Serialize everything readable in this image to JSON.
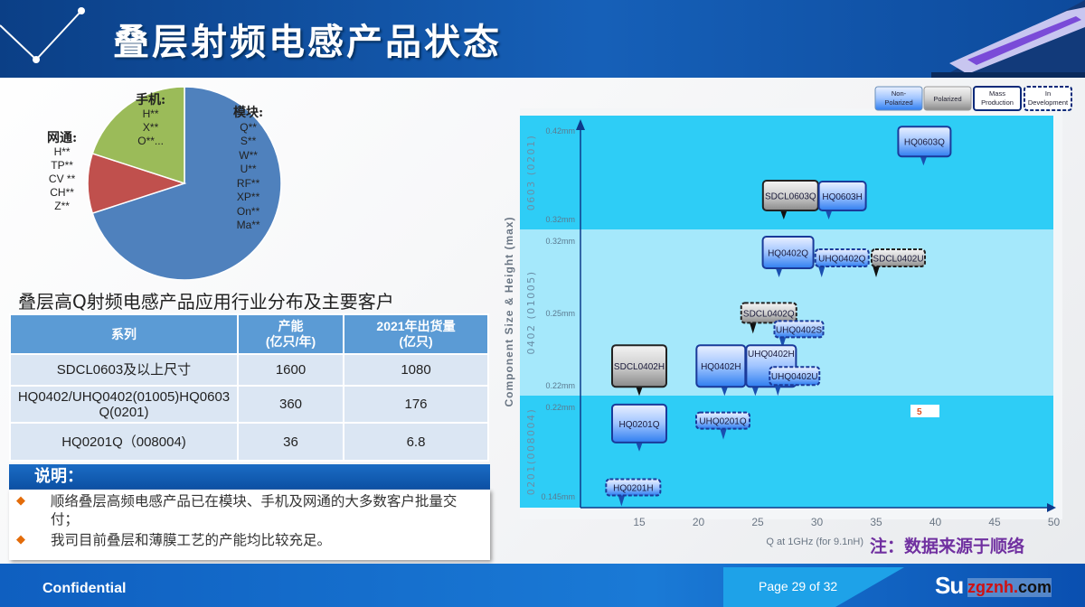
{
  "header": {
    "title": "叠层射频电感产品状态"
  },
  "pie": {
    "type": "pie",
    "slices": [
      {
        "name": "模块",
        "share": 70,
        "color": "#4f81bd",
        "label": "模块:",
        "customers": [
          "Q**",
          "S**",
          "W**",
          "U**",
          "RF**",
          "XP**",
          "On**",
          "Ma**"
        ]
      },
      {
        "name": "网通",
        "share": 10,
        "color": "#c0504d",
        "label": "网通:",
        "customers": [
          "H**",
          "TP**",
          "CV **",
          "CH**",
          "Z**"
        ]
      },
      {
        "name": "手机",
        "share": 20,
        "color": "#9bbb59",
        "label": "手机:",
        "customers": [
          "H**",
          "X**",
          "O**..."
        ]
      }
    ]
  },
  "subtitle": "叠层高Q射频电感产品应用行业分布及主要客户",
  "table": {
    "headers": [
      [
        "系列"
      ],
      [
        "产能",
        "(亿只/年)"
      ],
      [
        "2021年出货量",
        "(亿只)"
      ]
    ],
    "rows": [
      [
        "SDCL0603及以上尺寸",
        "1600",
        "1080"
      ],
      [
        "HQ0402/UHQ0402(01005)HQ0603Q(0201)",
        "360",
        "176"
      ],
      [
        "HQ0201Q（008004)",
        "36",
        "6.8"
      ]
    ]
  },
  "notes": {
    "title": "说明：",
    "items": [
      "顺络叠层高频电感产品已在模块、手机及网通的大多数客户批量交付；",
      "我司目前叠层和薄膜工艺的产能均比较充足。"
    ]
  },
  "chart_data": {
    "type": "scatter",
    "xlabel": "Q at 1GHz (for 9.1nH)",
    "ylabel": "Component Size & Height (max)",
    "xlim": [
      10,
      50
    ],
    "xticks": [
      15,
      20,
      25,
      30,
      35,
      40,
      45,
      50
    ],
    "bands": [
      {
        "name": "0603 (0201)",
        "top": "0.42mm",
        "bottom": "0.32mm",
        "range": [
          0.32,
          0.42
        ],
        "color": "#2ecdf6"
      },
      {
        "name": "0402 (01005)",
        "top": "0.32mm",
        "mid": "0.25mm",
        "bottom": "0.22mm",
        "range": [
          0.21,
          0.32
        ],
        "color": "#a5e8fb"
      },
      {
        "name": "0201(008004)",
        "top": "0.22mm",
        "bottom": "0.145mm",
        "range": [
          0.135,
          0.22
        ],
        "color": "#2ecdf6"
      }
    ],
    "legend": [
      "Non-\nPolarized",
      "Polarized",
      "Mass\nProduction",
      "In\nDevelopment"
    ],
    "points": [
      {
        "label": "HQ0603Q",
        "band": 0,
        "q": 39,
        "h": 0.381,
        "type": "non-polarized",
        "status": "mass"
      },
      {
        "label": "SDCL0603Q",
        "band": 0,
        "q": 27.2,
        "h": 0.32,
        "type": "polarized",
        "status": "mass"
      },
      {
        "label": "HQ0603H",
        "band": 0,
        "q": 31,
        "h": 0.32,
        "type": "non-polarized",
        "status": "mass"
      },
      {
        "label": "HQ0402Q",
        "band": 1,
        "q": 26.8,
        "h": 0.295,
        "type": "non-polarized",
        "status": "mass"
      },
      {
        "label": "UHQ0402Q",
        "band": 1,
        "q": 30.4,
        "h": 0.295,
        "type": "non-polarized",
        "status": "development"
      },
      {
        "label": "SDCL0402U",
        "band": 1,
        "q": 35,
        "h": 0.295,
        "type": "polarized",
        "status": "development"
      },
      {
        "label": "SDCL0402Q",
        "band": 1,
        "q": 24.6,
        "h": 0.256,
        "type": "polarized",
        "status": "development"
      },
      {
        "label": "UHQ0402S",
        "band": 1,
        "q": 27.1,
        "h": 0.246,
        "type": "non-polarized",
        "status": "development"
      },
      {
        "label": "SDCL0402H",
        "band": 1,
        "q": 15,
        "h": 0.213,
        "type": "polarized",
        "status": "mass"
      },
      {
        "label": "HQ0402H",
        "band": 1,
        "q": 22.2,
        "h": 0.213,
        "type": "non-polarized",
        "status": "mass"
      },
      {
        "label": "UHQ0402H",
        "band": 1,
        "q": 24.8,
        "h": 0.213,
        "type": "non-polarized",
        "status": "mass"
      },
      {
        "label": "UHQ0402U",
        "band": 1,
        "q": 26.7,
        "h": 0.213,
        "type": "non-polarized",
        "status": "development"
      },
      {
        "label": "HQ0201Q",
        "band": 2,
        "q": 15,
        "h": 0.183,
        "type": "non-polarized",
        "status": "mass"
      },
      {
        "label": "UHQ0201Q",
        "band": 2,
        "q": 22.1,
        "h": 0.193,
        "type": "non-polarized",
        "status": "development"
      },
      {
        "label": "HQ0201H",
        "band": 2,
        "q": 13.5,
        "h": 0.137,
        "type": "non-polarized",
        "status": "development"
      }
    ]
  },
  "footnote": "注：数据来源于顺络",
  "footer": {
    "confidential": "Confidential",
    "page": "Page 29 of 32",
    "logo": "Su",
    "watermark_a": "zgznh.",
    "watermark_b": "com"
  }
}
